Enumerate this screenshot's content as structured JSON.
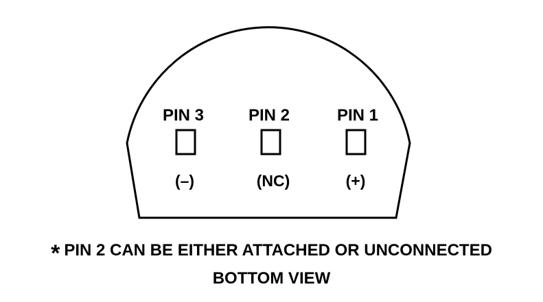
{
  "pins": [
    {
      "label": "PIN 3",
      "polarity": "(–)"
    },
    {
      "label": "PIN 2",
      "polarity": "(NC)"
    },
    {
      "label": "PIN 1",
      "polarity": "(+)"
    }
  ],
  "note": {
    "symbol": "*",
    "text": "PIN 2 CAN BE EITHER ATTACHED OR UNCONNECTED"
  },
  "view_label": "BOTTOM VIEW"
}
